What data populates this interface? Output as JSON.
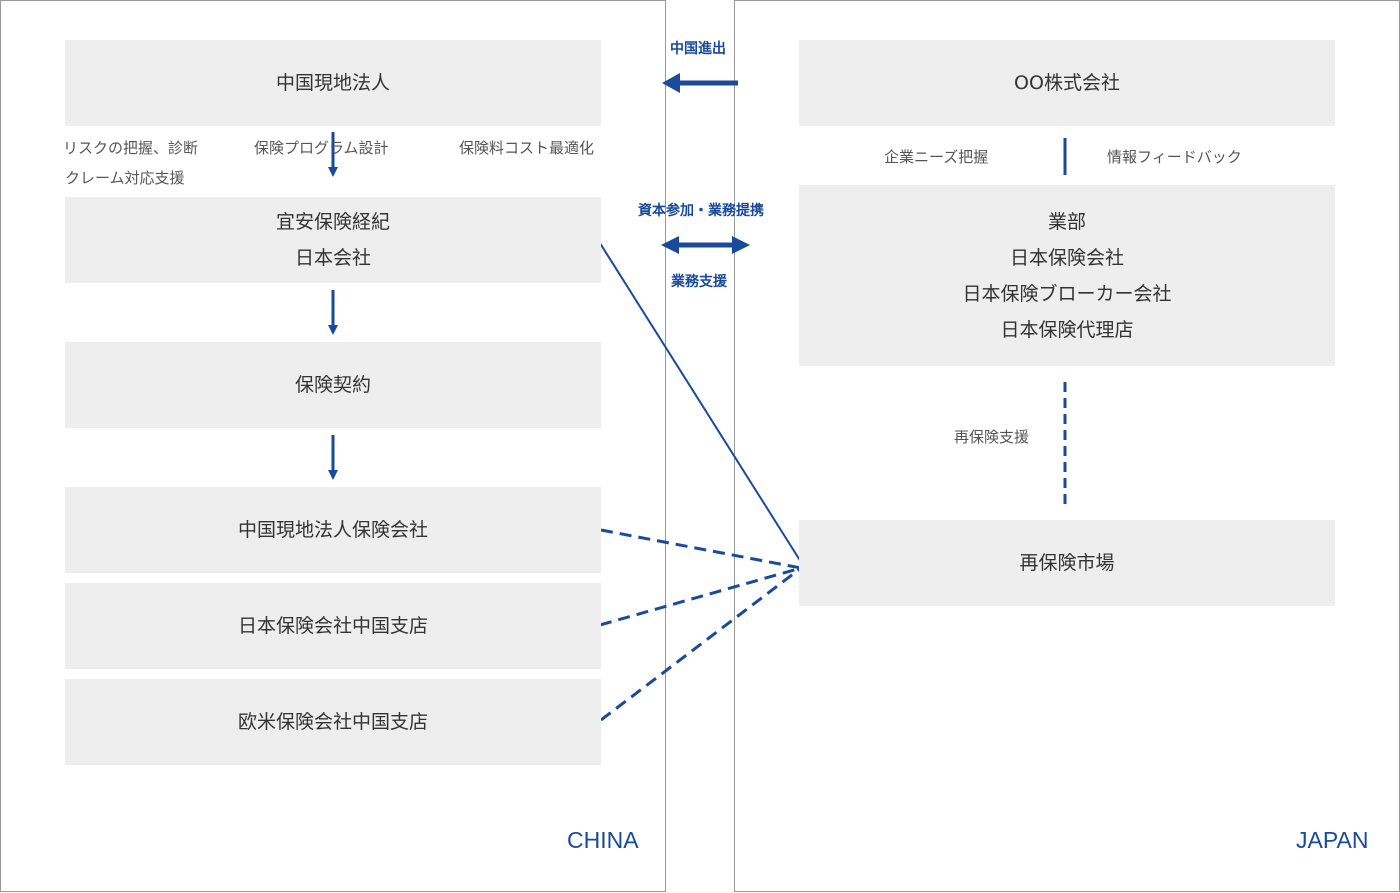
{
  "china": {
    "region_label": "CHINA",
    "box_subsidiary": "中国現地法人",
    "services": [
      "リスクの把握、診断",
      "保険プログラム設計",
      "保険料コスト最適化",
      "クレーム対応支援"
    ],
    "box_broker_line1": "宜安保険経紀",
    "box_broker_line2": "日本会社",
    "box_contract": "保険契約",
    "insurers": [
      "中国現地法人保険会社",
      "日本保険会社中国支店",
      "欧米保険会社中国支店"
    ]
  },
  "japan": {
    "region_label": "JAPAN",
    "box_company": "OO株式会社",
    "needs_label": "企業ニーズ把握",
    "feedback_label": "情報フィードバック",
    "box_partners": [
      "業部",
      "日本保険会社",
      "日本保険ブローカー会社",
      "日本保険代理店"
    ],
    "reinsurance_support": "再保険支援",
    "box_reinsurance_market": "再保険市場"
  },
  "middle": {
    "expansion_label": "中国進出",
    "capital_label": "資本参加・業務提携",
    "business_support_label": "業務支援"
  },
  "colors": {
    "accent": "#1a4a9a",
    "box_fill": "#eeeeee",
    "panel_border": "#999999"
  }
}
